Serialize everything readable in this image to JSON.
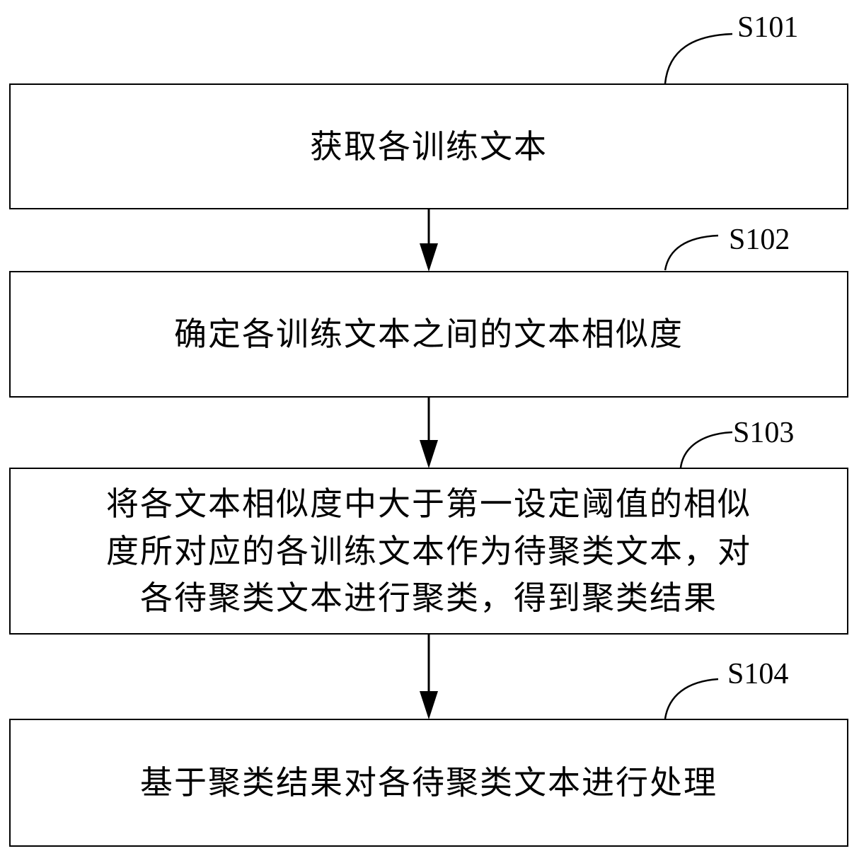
{
  "steps": [
    {
      "label": "S101",
      "text": "获取各训练文本"
    },
    {
      "label": "S102",
      "text": "确定各训练文本之间的文本相似度"
    },
    {
      "label": "S103",
      "lines": [
        "将各文本相似度中大于第一设定阈值的相似",
        "度所对应的各训练文本作为待聚类文本，对",
        "各待聚类文本进行聚类，得到聚类结果"
      ]
    },
    {
      "label": "S104",
      "text": "基于聚类结果对各待聚类文本进行处理"
    }
  ],
  "colors": {
    "stroke": "#000000",
    "background": "#ffffff"
  }
}
